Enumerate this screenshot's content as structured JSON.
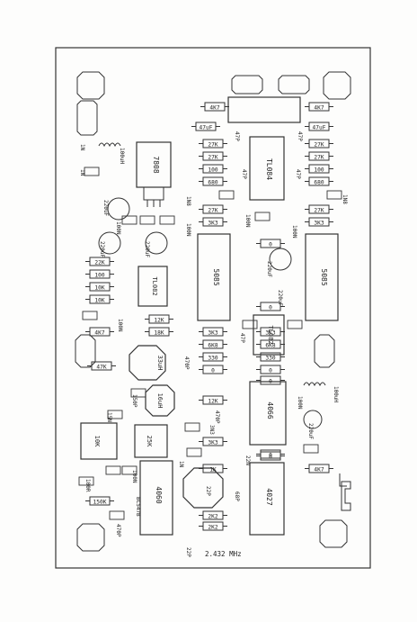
{
  "board": {
    "labels": {
      "reg": "7808",
      "tl084": "TL084",
      "tl082a": "TL082",
      "tl082b": "TL082",
      "sid_left": "5085",
      "sid_right": "5085",
      "ic_4066": "4066",
      "ic_4060": "4060",
      "ic_4027": "4027",
      "crystal_freq": "2.432 MHz",
      "pot_10k": "10K",
      "pot_25k": "25K",
      "ind_33uh": "33uH",
      "ind_16uh": "16uH",
      "ind_100uh_a": "100uH",
      "ind_100uh_b": "100uH"
    },
    "parts": [
      {
        "name": "r-4k7-tl",
        "label": "4K7"
      },
      {
        "name": "r-4k7-tr",
        "label": "4K7"
      },
      {
        "name": "c-47uf-l",
        "label": "47uF"
      },
      {
        "name": "c-47uf-r",
        "label": "47uF"
      },
      {
        "name": "r-27k-l1",
        "label": "27K"
      },
      {
        "name": "r-27k-l2",
        "label": "27K"
      },
      {
        "name": "r-100-l",
        "label": "100"
      },
      {
        "name": "r-680-l",
        "label": "680"
      },
      {
        "name": "r-27k-r1",
        "label": "27K"
      },
      {
        "name": "r-27k-r2",
        "label": "27K"
      },
      {
        "name": "r-100-r",
        "label": "100"
      },
      {
        "name": "r-680-r",
        "label": "680"
      },
      {
        "name": "r-27k-l3",
        "label": "27K"
      },
      {
        "name": "r-3k3-l1",
        "label": "3K3"
      },
      {
        "name": "r-27k-r3",
        "label": "27K"
      },
      {
        "name": "r-3k3-r1",
        "label": "3K3"
      },
      {
        "name": "r-22k",
        "label": "22K"
      },
      {
        "name": "r-100-m",
        "label": "100"
      },
      {
        "name": "r-10k-a",
        "label": "10K"
      },
      {
        "name": "r-10k-b",
        "label": "10K"
      },
      {
        "name": "r-4k7-ml",
        "label": "4K7"
      },
      {
        "name": "r-12k-a",
        "label": "12K"
      },
      {
        "name": "r-18k",
        "label": "18K"
      },
      {
        "name": "r-0-a",
        "label": "0"
      },
      {
        "name": "r-0-b",
        "label": "0"
      },
      {
        "name": "r-3k3-c",
        "label": "3K3"
      },
      {
        "name": "r-6k8-c",
        "label": "6K8"
      },
      {
        "name": "r-330-c",
        "label": "330"
      },
      {
        "name": "r-0-c",
        "label": "0"
      },
      {
        "name": "r-3k3-d",
        "label": "3K3"
      },
      {
        "name": "r-6k8-d",
        "label": "6K8"
      },
      {
        "name": "r-330-d",
        "label": "330"
      },
      {
        "name": "r-0-d",
        "label": "0"
      },
      {
        "name": "r-0-e",
        "label": "0"
      },
      {
        "name": "r-0-f",
        "label": "0"
      },
      {
        "name": "r-47k",
        "label": "47K"
      },
      {
        "name": "r-12k-b",
        "label": "12K"
      },
      {
        "name": "r-3k3-e",
        "label": "3K3"
      },
      {
        "name": "r-1k",
        "label": "1K"
      },
      {
        "name": "r-0-g",
        "label": "0"
      },
      {
        "name": "r-4k7-br",
        "label": "4K7"
      },
      {
        "name": "r-150k",
        "label": "150K"
      },
      {
        "name": "r-2k2-a",
        "label": "2K2"
      },
      {
        "name": "r-2k2-b",
        "label": "2K2"
      }
    ],
    "vlabels": [
      {
        "name": "lbl-47p-l",
        "label": "47P"
      },
      {
        "name": "lbl-47p-r",
        "label": "47P"
      },
      {
        "name": "lbl-47p-ml",
        "label": "47P"
      },
      {
        "name": "lbl-47p-mr",
        "label": "47P"
      },
      {
        "name": "lbl-100uh-top",
        "label": "100uH"
      },
      {
        "name": "lbl-1n-top",
        "label": "1N"
      },
      {
        "name": "lbl-1n-2",
        "label": "1N"
      },
      {
        "name": "lbl-220uf-a",
        "label": "220uF"
      },
      {
        "name": "lbl-100n-a",
        "label": "100N"
      },
      {
        "name": "lbl-220uf-b",
        "label": "220uF"
      },
      {
        "name": "lbl-220uf-c",
        "label": "220uF"
      },
      {
        "name": "lbl-100n-b",
        "label": "100N"
      },
      {
        "name": "lbl-1n8-a",
        "label": "1N8"
      },
      {
        "name": "lbl-1n8-b",
        "label": "1N8"
      },
      {
        "name": "lbl-100n-c",
        "label": "100N"
      },
      {
        "name": "lbl-100n-d",
        "label": "100N"
      },
      {
        "name": "lbl-220uf-d",
        "label": "220uF"
      },
      {
        "name": "lbl-220uf-e",
        "label": "220uF"
      },
      {
        "name": "lbl-100n-e",
        "label": "100N"
      },
      {
        "name": "lbl-47p-c",
        "label": "47P"
      },
      {
        "name": "lbl-470p-a",
        "label": "470P"
      },
      {
        "name": "lbl-150p",
        "label": "150P"
      },
      {
        "name": "lbl-15n",
        "label": "15N"
      },
      {
        "name": "lbl-470p-b",
        "label": "470P"
      },
      {
        "name": "lbl-3n3",
        "label": "3N3"
      },
      {
        "name": "lbl-1n-b",
        "label": "1N"
      },
      {
        "name": "lbl-22n",
        "label": "22N"
      },
      {
        "name": "lbl-100n-f",
        "label": "100N"
      },
      {
        "name": "lbl-220uf-f",
        "label": "220uF"
      },
      {
        "name": "lbl-100n-g",
        "label": "100N"
      },
      {
        "name": "lbl-bc547b",
        "label": "BC547B"
      },
      {
        "name": "lbl-100r",
        "label": "100R"
      },
      {
        "name": "lbl-470p-c",
        "label": "470P"
      },
      {
        "name": "lbl-22p-a",
        "label": "22P"
      },
      {
        "name": "lbl-68p",
        "label": "68P"
      },
      {
        "name": "lbl-22p-b",
        "label": "22P"
      }
    ]
  }
}
